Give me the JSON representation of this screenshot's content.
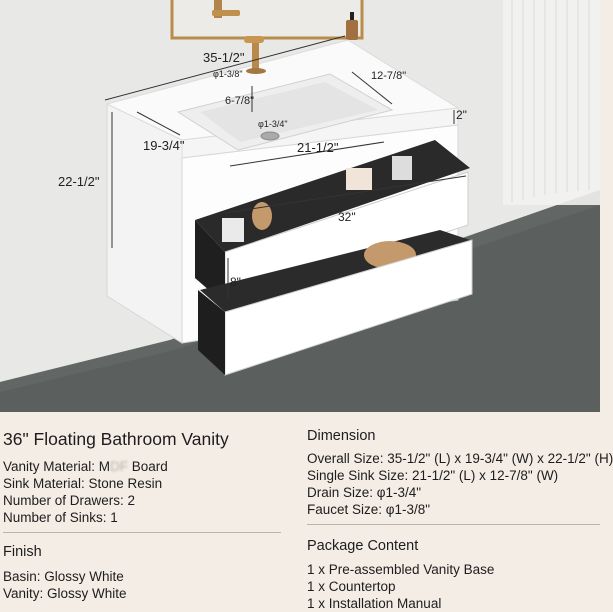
{
  "dimensions_on_image": {
    "overall_length": "35-1/2\"",
    "overall_width": "19-3/4\"",
    "overall_height": "22-1/2\"",
    "sink_length": "21-1/2\"",
    "sink_width": "12-7/8\"",
    "sink_depth": "6-7/8\"",
    "faucet_hole": "φ1-3/8\"",
    "drain_hole": "φ1-3/4\"",
    "countertop_thickness": "2\"",
    "drawer_width": "32\"",
    "drawer_height": "8\""
  },
  "product": {
    "title": "36\" Floating Bathroom Vanity",
    "vanity_material_label": "Vanity Material: M",
    "vanity_material_obscured": "DF",
    "vanity_material_suffix": " Board",
    "sink_material": "Sink Material: Stone Resin",
    "drawers": "Number of Drawers: 2",
    "sinks": "Number of Sinks: 1"
  },
  "finish": {
    "heading": "Finish",
    "basin": "Basin: Glossy White",
    "vanity": "Vanity: Glossy White"
  },
  "dimension": {
    "heading": "Dimension",
    "overall": "Overall Size: 35-1/2\" (L) x 19-3/4\" (W) x 22-1/2\" (H)",
    "sink": "Single Sink Size: 21-1/2\" (L) x 12-7/8\" (W)",
    "drain": "Drain Size: φ1-3/4\"",
    "faucet": "Faucet Size: φ1-3/8\""
  },
  "package": {
    "heading": "Package Content",
    "items": [
      "1 x Pre-assembled Vanity Base",
      "1 x Countertop",
      "1 x Installation Manual"
    ]
  },
  "colors": {
    "background": "#f4ede6",
    "wall": "#e9e9e7",
    "floor": "#5c605e",
    "vanity": "#ffffff",
    "faucet": "#b8894a"
  }
}
